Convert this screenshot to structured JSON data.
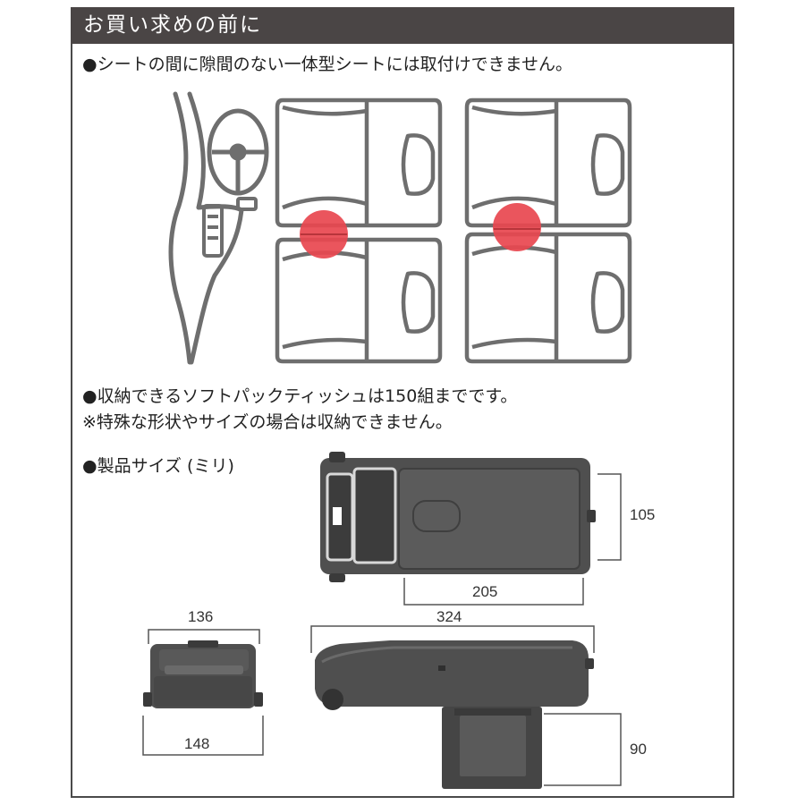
{
  "header": {
    "title": "お買い求めの前に"
  },
  "notes": {
    "seat_note": "●シートの間に隙間のない一体型シートには取付けできません。",
    "tissue_note": "●収納できるソフトパックティッシュは150組までです。",
    "tissue_sub": "※特殊な形状やサイズの場合は収納できません。",
    "size_title": "●製品サイズ (ミリ)"
  },
  "dimensions": {
    "height_top": "105",
    "inner_width": "205",
    "length": "324",
    "front_top": "136",
    "front_bottom": "148",
    "stand_height": "90"
  },
  "colors": {
    "header_bg": "#4a4545",
    "marker": "#e8474f",
    "product": "#4f4f4f",
    "seat_line": "#6e6e6e"
  }
}
